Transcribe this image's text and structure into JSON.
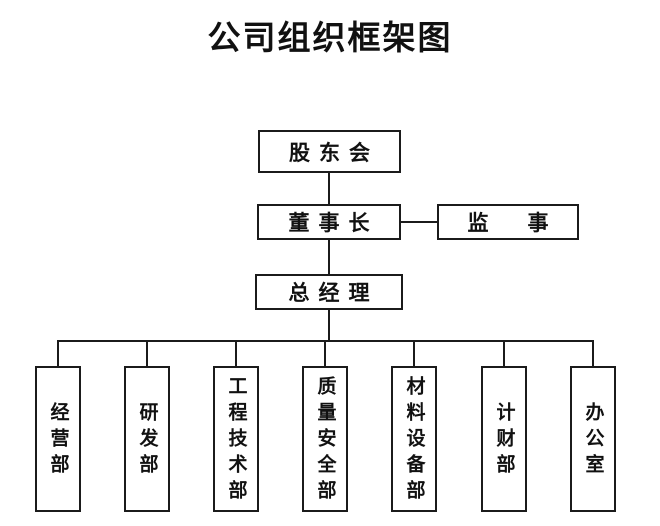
{
  "title": "公司组织框架图",
  "chart_data": {
    "type": "diagram",
    "diagram_kind": "org-chart",
    "title": "公司组织框架图",
    "orientation": "top-down",
    "nodes": [
      {
        "id": "shareholders",
        "label": "股东会",
        "level": 0,
        "text_direction": "horizontal"
      },
      {
        "id": "chairman",
        "label": "董事长",
        "level": 1,
        "text_direction": "horizontal"
      },
      {
        "id": "supervisor",
        "label": "监　事",
        "level": 1,
        "text_direction": "horizontal"
      },
      {
        "id": "general-manager",
        "label": "总经理",
        "level": 2,
        "text_direction": "horizontal"
      },
      {
        "id": "dept-operations",
        "label": "经营部",
        "level": 3,
        "text_direction": "vertical"
      },
      {
        "id": "dept-rnd",
        "label": "研发部",
        "level": 3,
        "text_direction": "vertical"
      },
      {
        "id": "dept-engineering",
        "label": "工程技术部",
        "level": 3,
        "text_direction": "vertical"
      },
      {
        "id": "dept-quality-safety",
        "label": "质量安全部",
        "level": 3,
        "text_direction": "vertical"
      },
      {
        "id": "dept-materials",
        "label": "材料设备部",
        "level": 3,
        "text_direction": "vertical"
      },
      {
        "id": "dept-finance",
        "label": "计财部",
        "level": 3,
        "text_direction": "vertical"
      },
      {
        "id": "dept-office",
        "label": "办公室",
        "level": 3,
        "text_direction": "vertical"
      }
    ],
    "edges": [
      {
        "from": "shareholders",
        "to": "chairman",
        "style": "vertical"
      },
      {
        "from": "chairman",
        "to": "supervisor",
        "style": "horizontal"
      },
      {
        "from": "chairman",
        "to": "general-manager",
        "style": "vertical"
      },
      {
        "from": "general-manager",
        "to": "dept-operations",
        "style": "bus"
      },
      {
        "from": "general-manager",
        "to": "dept-rnd",
        "style": "bus"
      },
      {
        "from": "general-manager",
        "to": "dept-engineering",
        "style": "bus"
      },
      {
        "from": "general-manager",
        "to": "dept-quality-safety",
        "style": "bus"
      },
      {
        "from": "general-manager",
        "to": "dept-materials",
        "style": "bus"
      },
      {
        "from": "general-manager",
        "to": "dept-finance",
        "style": "bus"
      },
      {
        "from": "general-manager",
        "to": "dept-office",
        "style": "bus"
      }
    ],
    "colors": {
      "background": "#ffffff",
      "box_border": "#1b1b1b",
      "box_fill": "#ffffff",
      "text": "#111111",
      "connector": "#1b1b1b"
    }
  }
}
